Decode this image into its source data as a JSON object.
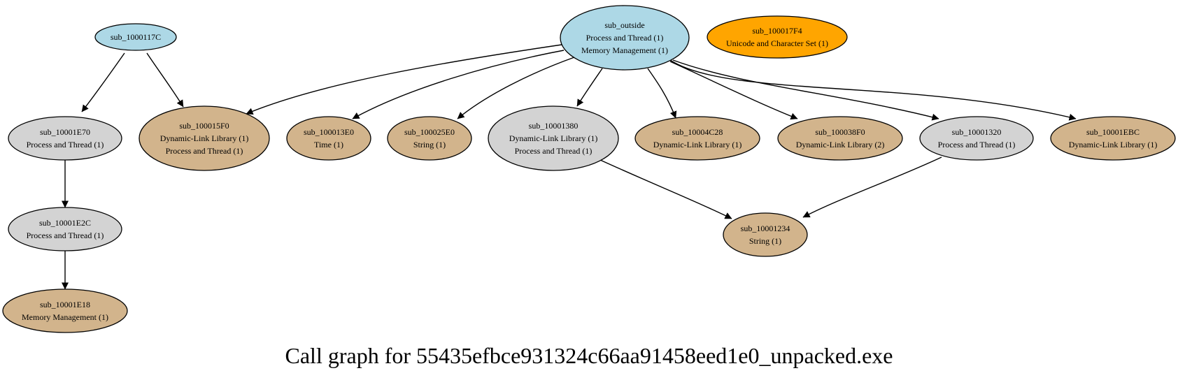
{
  "caption": "Call graph for 55435efbce931324c66aa91458eed1e0_unpacked.exe",
  "colors": {
    "root": "#add8e6",
    "internal": "#d3d3d3",
    "leaf": "#d2b48c",
    "isolated": "#ffa500"
  },
  "nodes": [
    {
      "id": "sub_1000117C",
      "kind": "root",
      "lines": [
        "sub_1000117C"
      ]
    },
    {
      "id": "sub_outside",
      "kind": "root",
      "lines": [
        "sub_outside",
        "Process and Thread (1)",
        "Memory Management (1)"
      ]
    },
    {
      "id": "sub_100017F4",
      "kind": "isolated",
      "lines": [
        "sub_100017F4",
        "Unicode and Character Set (1)"
      ]
    },
    {
      "id": "sub_10001E70",
      "kind": "internal",
      "lines": [
        "sub_10001E70",
        "Process and Thread (1)"
      ]
    },
    {
      "id": "sub_100015F0",
      "kind": "leaf",
      "lines": [
        "sub_100015F0",
        "Dynamic-Link Library (1)",
        "Process and Thread (1)"
      ]
    },
    {
      "id": "sub_100013E0",
      "kind": "leaf",
      "lines": [
        "sub_100013E0",
        "Time (1)"
      ]
    },
    {
      "id": "sub_100025E0",
      "kind": "leaf",
      "lines": [
        "sub_100025E0",
        "String (1)"
      ]
    },
    {
      "id": "sub_10001380",
      "kind": "internal",
      "lines": [
        "sub_10001380",
        "Dynamic-Link Library (1)",
        "Process and Thread (1)"
      ]
    },
    {
      "id": "sub_10004C28",
      "kind": "leaf",
      "lines": [
        "sub_10004C28",
        "Dynamic-Link Library (1)"
      ]
    },
    {
      "id": "sub_100038F0",
      "kind": "leaf",
      "lines": [
        "sub_100038F0",
        "Dynamic-Link Library (2)"
      ]
    },
    {
      "id": "sub_10001320",
      "kind": "internal",
      "lines": [
        "sub_10001320",
        "Process and Thread (1)"
      ]
    },
    {
      "id": "sub_10001EBC",
      "kind": "leaf",
      "lines": [
        "sub_10001EBC",
        "Dynamic-Link Library (1)"
      ]
    },
    {
      "id": "sub_10001E2C",
      "kind": "internal",
      "lines": [
        "sub_10001E2C",
        "Process and Thread (1)"
      ]
    },
    {
      "id": "sub_10001234",
      "kind": "leaf",
      "lines": [
        "sub_10001234",
        "String (1)"
      ]
    },
    {
      "id": "sub_10001E18",
      "kind": "leaf",
      "lines": [
        "sub_10001E18",
        "Memory Management (1)"
      ]
    }
  ],
  "edges": [
    {
      "from": "sub_1000117C",
      "to": "sub_10001E70"
    },
    {
      "from": "sub_1000117C",
      "to": "sub_100015F0"
    },
    {
      "from": "sub_10001E70",
      "to": "sub_10001E2C"
    },
    {
      "from": "sub_10001E2C",
      "to": "sub_10001E18"
    },
    {
      "from": "sub_outside",
      "to": "sub_100015F0"
    },
    {
      "from": "sub_outside",
      "to": "sub_100013E0"
    },
    {
      "from": "sub_outside",
      "to": "sub_100025E0"
    },
    {
      "from": "sub_outside",
      "to": "sub_10001380"
    },
    {
      "from": "sub_outside",
      "to": "sub_10004C28"
    },
    {
      "from": "sub_outside",
      "to": "sub_100038F0"
    },
    {
      "from": "sub_outside",
      "to": "sub_10001320"
    },
    {
      "from": "sub_outside",
      "to": "sub_10001EBC"
    },
    {
      "from": "sub_10001380",
      "to": "sub_10001234"
    },
    {
      "from": "sub_10001320",
      "to": "sub_10001234"
    }
  ]
}
